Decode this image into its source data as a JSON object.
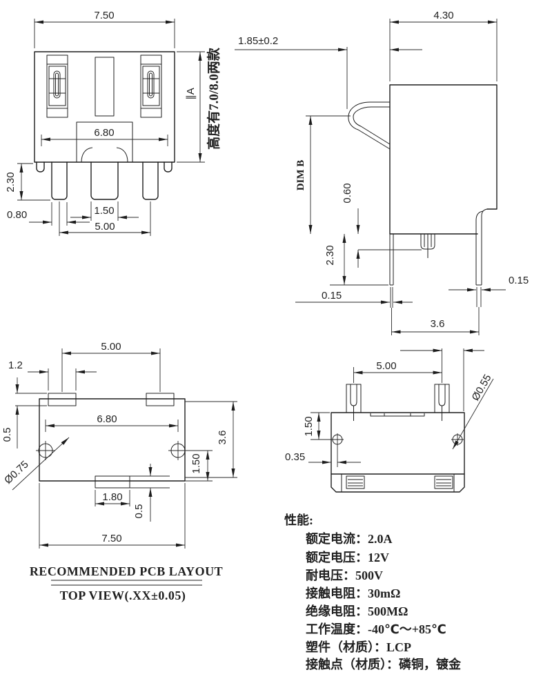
{
  "colors": {
    "line": "#1c1c1c",
    "text": "#1f1f1f",
    "background": "#ffffff"
  },
  "front_view": {
    "width": "7.50",
    "inner_span": "6.80",
    "pin_length": "2.30",
    "pin_width": "0.80",
    "center_pin_width": "1.50",
    "pin_pitch": "5.00",
    "height_mark": "∥A",
    "height_note": "高度有7.0/8.0两款"
  },
  "side_view": {
    "depth": "4.30",
    "contact_protrusion": "1.85±0.2",
    "dim_b": "DIM B",
    "boss_height": "0.60",
    "pin_length": "2.30",
    "pin_thickness_left": "0.15",
    "pin_thickness_right": "0.15",
    "pin_pitch": "3.6"
  },
  "bottom_view": {
    "pin_pitch": "5.00",
    "hole_dia": "Ø0.55",
    "edge_offset": "0.35",
    "top_offset": "1.50"
  },
  "pcb_view": {
    "pad_pitch": "5.00",
    "pad_width": "1.2",
    "pad_height": "0.5",
    "hole_span": "6.80",
    "hole_dia": "Ø0.75",
    "bottom_pad_width": "1.80",
    "bottom_pad_height": "0.5",
    "body_width": "7.50",
    "body_height": "3.6",
    "hole_offset": "1.50",
    "title_line1": "RECOMMENDED PCB LAYOUT",
    "title_line2": "TOP VIEW(.XX±0.05)"
  },
  "specs": {
    "title": "性能:",
    "items": [
      "额定电流：2.0A",
      "额定电压：12V",
      "耐电压：500V",
      "接触电阻：30mΩ",
      "绝缘电阻：500MΩ",
      "工作温度：-40℃～+85℃",
      "塑件（材质）：LCP",
      "接触点（材质）：磷铜，镀金"
    ]
  }
}
